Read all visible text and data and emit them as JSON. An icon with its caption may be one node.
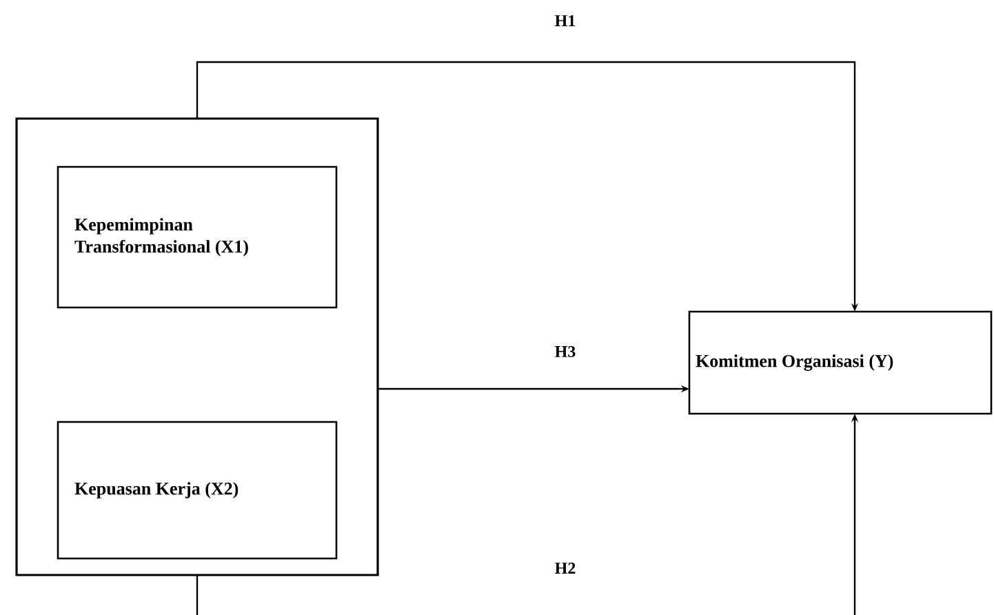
{
  "diagram": {
    "nodes": [
      {
        "text": [],
        "shape": "box"
      },
      {
        "text": [
          "Kepemimpinan Transformasional (X1)"
        ],
        "in": 0
      },
      {
        "text": [
          "Kepuasan Kerja (X2)"
        ],
        "in": 0
      },
      {
        "text": [
          "Komitmen Organisasi (Y)"
        ]
      }
    ],
    "edges": [
      {
        "from": 0,
        "to": 3,
        "arrow": "to",
        "label": "H1"
      },
      {
        "from": 0,
        "to": 3,
        "arrow": "to",
        "label": "H3"
      },
      {
        "from": 0,
        "to": 3,
        "arrow": "to",
        "label": "H2"
      }
    ]
  }
}
